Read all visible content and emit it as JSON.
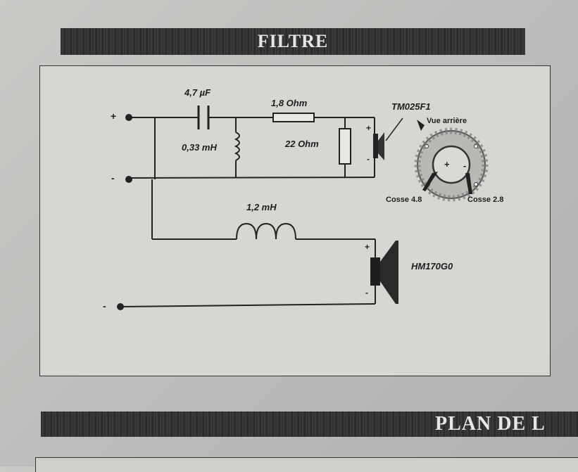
{
  "header": {
    "title": "FILTRE"
  },
  "footer": {
    "title": "PLAN DE L"
  },
  "schematic": {
    "terminals": {
      "plus": "+",
      "minus": "-",
      "minus_bottom": "-"
    },
    "components": {
      "capacitor": "4,7 µF",
      "resistor_series": "1,8 Ohm",
      "inductor_shunt": "0,33 mH",
      "resistor_shunt": "22 Ohm",
      "inductor_series": "1,2 mH"
    },
    "tweeter": {
      "model": "TM025F1",
      "view_label": "Vue arrière",
      "plus": "+",
      "minus": "-",
      "cosse_large": "Cosse 4.8",
      "cosse_small": "Cosse 2.8"
    },
    "woofer": {
      "model": "HM170G0",
      "plus": "+",
      "minus": "-"
    }
  }
}
